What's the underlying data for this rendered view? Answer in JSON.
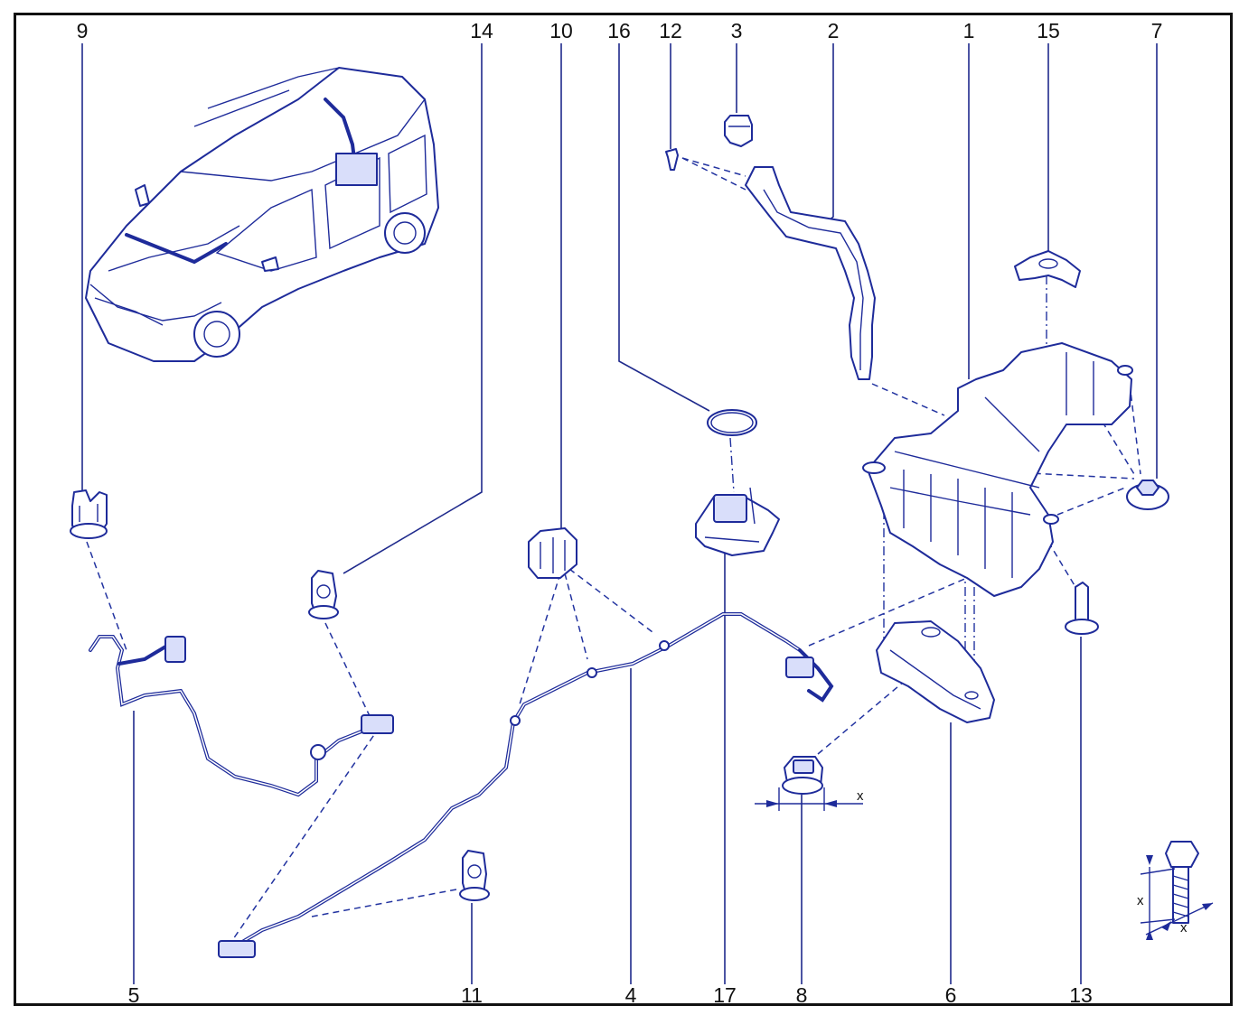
{
  "callouts": [
    {
      "id": "9",
      "label": "9"
    },
    {
      "id": "14",
      "label": "14"
    },
    {
      "id": "10",
      "label": "10"
    },
    {
      "id": "16",
      "label": "16"
    },
    {
      "id": "12",
      "label": "12"
    },
    {
      "id": "3",
      "label": "3"
    },
    {
      "id": "2",
      "label": "2"
    },
    {
      "id": "1",
      "label": "1"
    },
    {
      "id": "15",
      "label": "15"
    },
    {
      "id": "7",
      "label": "7"
    },
    {
      "id": "5",
      "label": "5"
    },
    {
      "id": "11",
      "label": "11"
    },
    {
      "id": "4",
      "label": "4"
    },
    {
      "id": "17",
      "label": "17"
    },
    {
      "id": "8",
      "label": "8"
    },
    {
      "id": "6",
      "label": "6"
    },
    {
      "id": "13",
      "label": "13"
    }
  ],
  "dimensions": {
    "clip_x": "x",
    "bolt_x_vertical": "x",
    "bolt_x_horizontal": "x"
  },
  "colors": {
    "line_art": "#1e2b9a",
    "frame": "#111111"
  }
}
